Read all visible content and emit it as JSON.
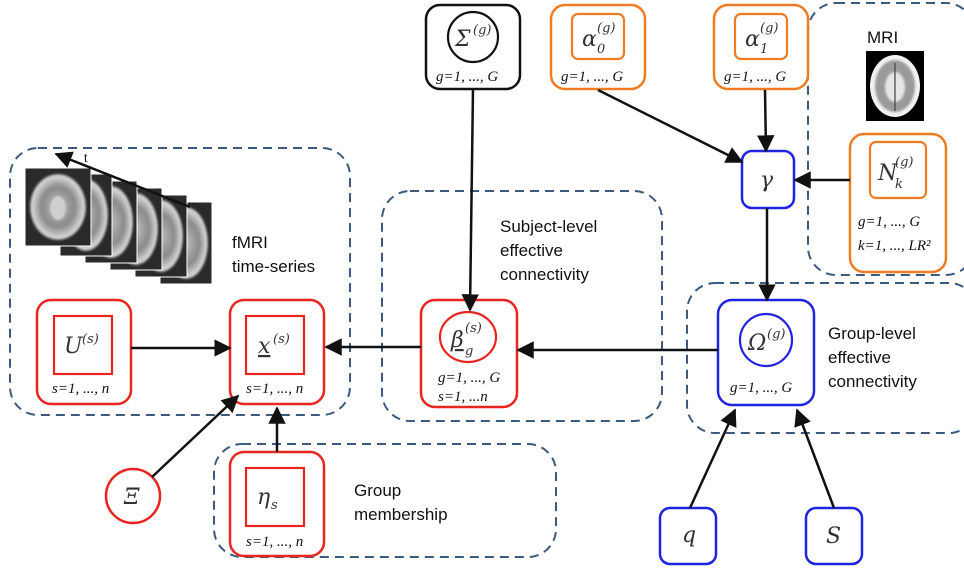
{
  "colors": {
    "red": "#e8251f",
    "orange": "#ef7b22",
    "blue": "#1f24e0",
    "black": "#111111",
    "dashed_group": "#3c5a7e"
  },
  "labels": {
    "t": "t",
    "fmri": [
      "fMRI",
      "time-series"
    ],
    "mri": "MRI",
    "subject": [
      "Subject-level",
      "effective",
      "connectivity"
    ],
    "group_level": [
      "Group-level",
      "effective",
      "connectivity"
    ],
    "membership": [
      "Group",
      "membership"
    ]
  },
  "nodes": {
    "sigma": {
      "symbol": "Σ",
      "sup": "(g)",
      "index": [
        "g=1, ..., G"
      ]
    },
    "alpha0": {
      "symbol": "α",
      "sub": "0",
      "sup": "(g)",
      "index": [
        "g=1, ..., G"
      ]
    },
    "alpha1": {
      "symbol": "α",
      "sub": "1",
      "sup": "(g)",
      "index": [
        "g=1, ..., G"
      ]
    },
    "nk": {
      "symbol": "N",
      "sub": "k",
      "sup": "(g)",
      "index": [
        "g=1, ..., G",
        "k=1, ..., LR²"
      ]
    },
    "gamma": {
      "symbol": "γ"
    },
    "u": {
      "symbol": "U",
      "sup": "(s)",
      "index": [
        "s=1, ..., n"
      ]
    },
    "x": {
      "symbol": "x",
      "sup": "(s)",
      "index": [
        "s=1, ..., n"
      ]
    },
    "beta": {
      "symbol": "β",
      "sub": "g",
      "sup": "(s)",
      "index": [
        "g=1, ..., G",
        "s=1, ...n"
      ]
    },
    "omega": {
      "symbol": "Ω",
      "sup": "(g)",
      "index": [
        "g=1, ..., G"
      ]
    },
    "xi": {
      "symbol": "Ξ"
    },
    "eta": {
      "symbol": "η",
      "sub": "s",
      "index": [
        "s=1, ..., n"
      ]
    },
    "q": {
      "symbol": "q"
    },
    "s_node": {
      "symbol": "S"
    }
  }
}
